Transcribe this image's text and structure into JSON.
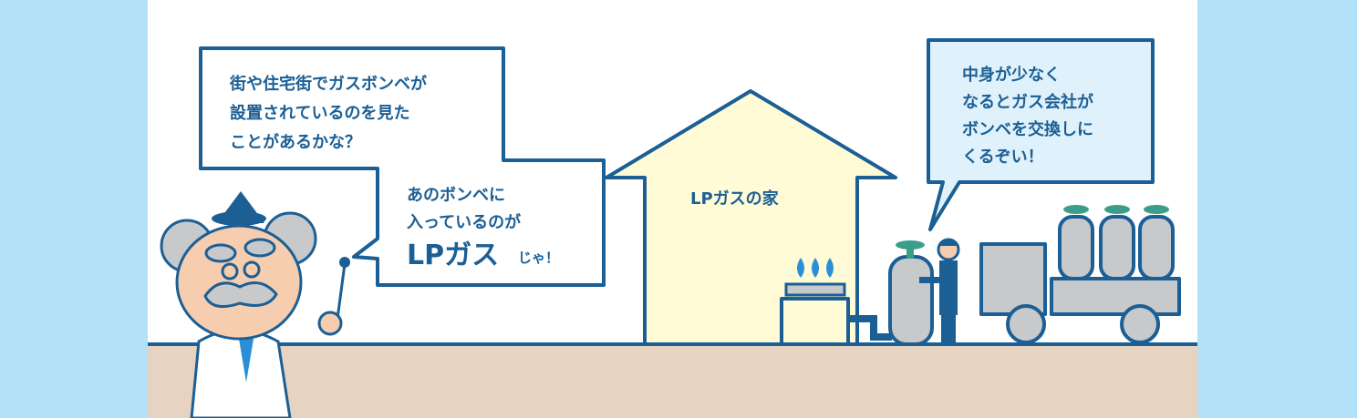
{
  "scene": {
    "bubble_question": {
      "lines": [
        "街や住宅街でガスボンベが",
        "設置されているのを見た",
        "ことがあるかな？"
      ]
    },
    "bubble_answer": {
      "lines": [
        "あのボンベに",
        "入っているのが"
      ],
      "emphasis": "LPガス",
      "suffix": "じゃ！"
    },
    "house_label": "LPガスの家",
    "bubble_delivery": {
      "lines": [
        "中身が少なく",
        "なるとガス会社が",
        "ボンベを交換しに",
        "くるぞい！"
      ]
    }
  },
  "colors": {
    "side_background": "#b3e1f8",
    "outline": "#1b5f95",
    "ground": "#e6d3c2",
    "house": "#fefbd6",
    "bubble_highlight": "#dff1fb",
    "cylinder": "#c8c9cb",
    "valve": "#3a9e8a",
    "flame": "#2a8fd6",
    "face": "#f7cdb0"
  }
}
